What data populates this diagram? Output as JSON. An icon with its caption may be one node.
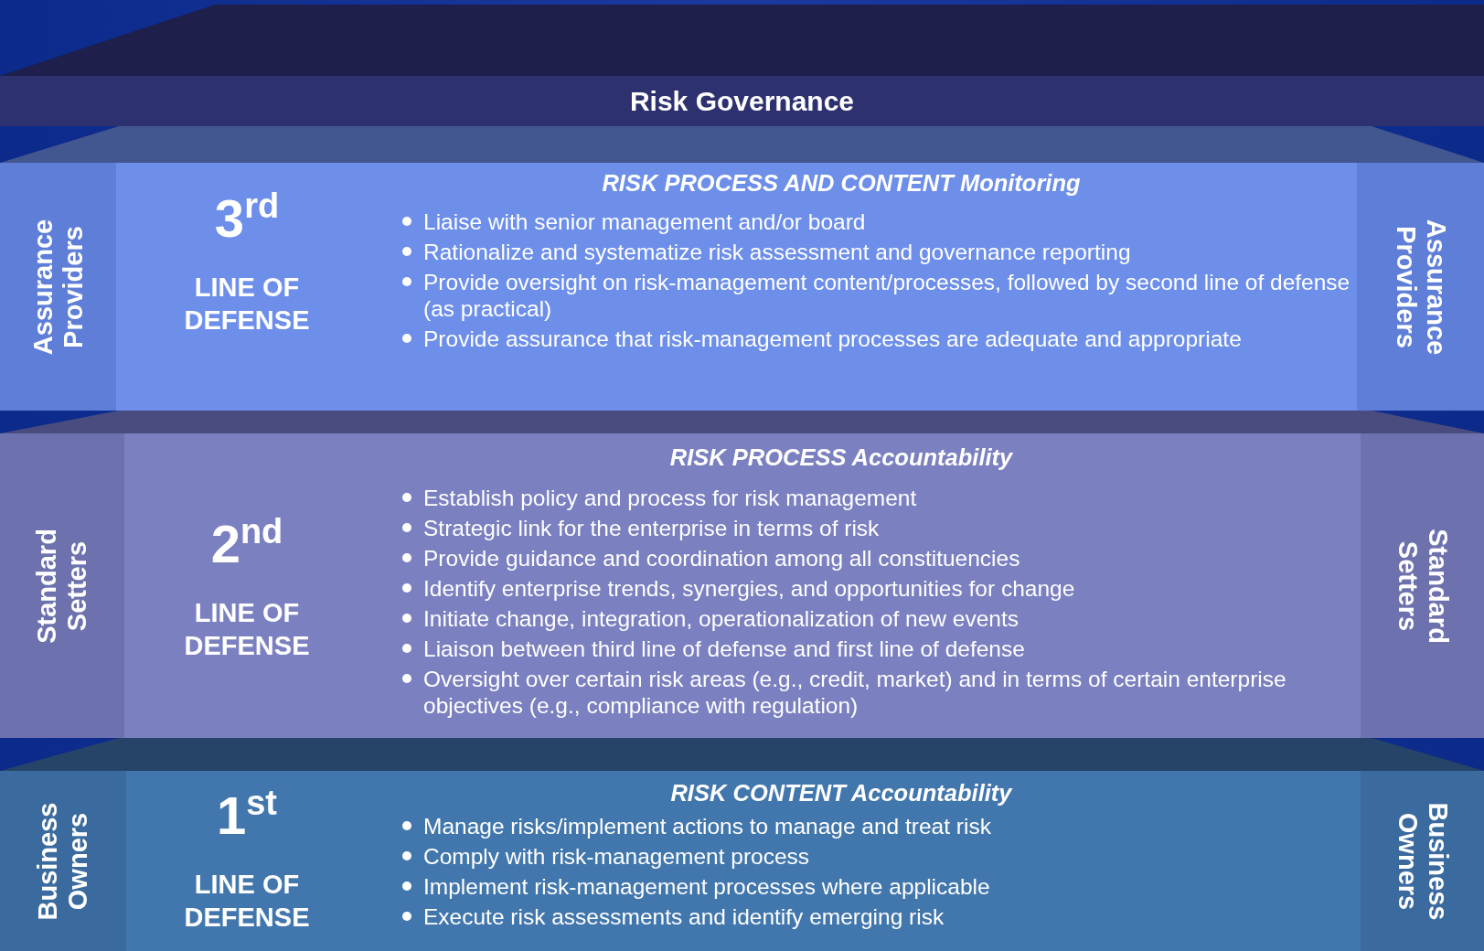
{
  "diagram": {
    "nodes": [
      {
        "text": [
          "Risk Governance"
        ]
      },
      {
        "text": [
          "Assurance Providers",
          "3$^{rd}$",
          "LINE OF DEFENSE",
          "RISK PROCESS AND CONTENT Monitoring",
          "Liaise with senior management and/or board",
          "Rationalize and systematize risk assessment and governance reporting",
          "Provide oversight on risk-management content/processes, followed by second line of defense (as practical)",
          "Provide assurance that risk-management processes are adequate and appropriate",
          "Assurance Providers"
        ]
      },
      {
        "text": [
          "Standard Setters",
          "2$^{nd}$",
          "LINE OF DEFENSE",
          "RISK PROCESS Accountability",
          "Establish policy and process for risk management",
          "Strategic link for the enterprise in terms of risk",
          "Provide guidance and coordination among all constituencies",
          "Identify enterprise trends, synergies, and opportunities for change",
          "Initiate change, integration, operationalization of new events",
          "Liaison between third line of defense and first line of defense",
          "Oversight over certain risk areas (e.g., credit, market) and in terms of certain enterprise objectives (e.g., compliance with regulation)",
          "Standard Setters"
        ]
      },
      {
        "text": [
          "Business Owners",
          "1$^{st}$",
          "LINE OF DEFENSE",
          "RISK CONTENT Accountability",
          "Manage risks/implement actions to manage and treat risk",
          "Comply with risk-management process",
          "Implement risk-management processes where applicable",
          "Execute risk assessments and identify emerging risk",
          "Business Owners"
        ]
      }
    ],
    "edges": []
  }
}
